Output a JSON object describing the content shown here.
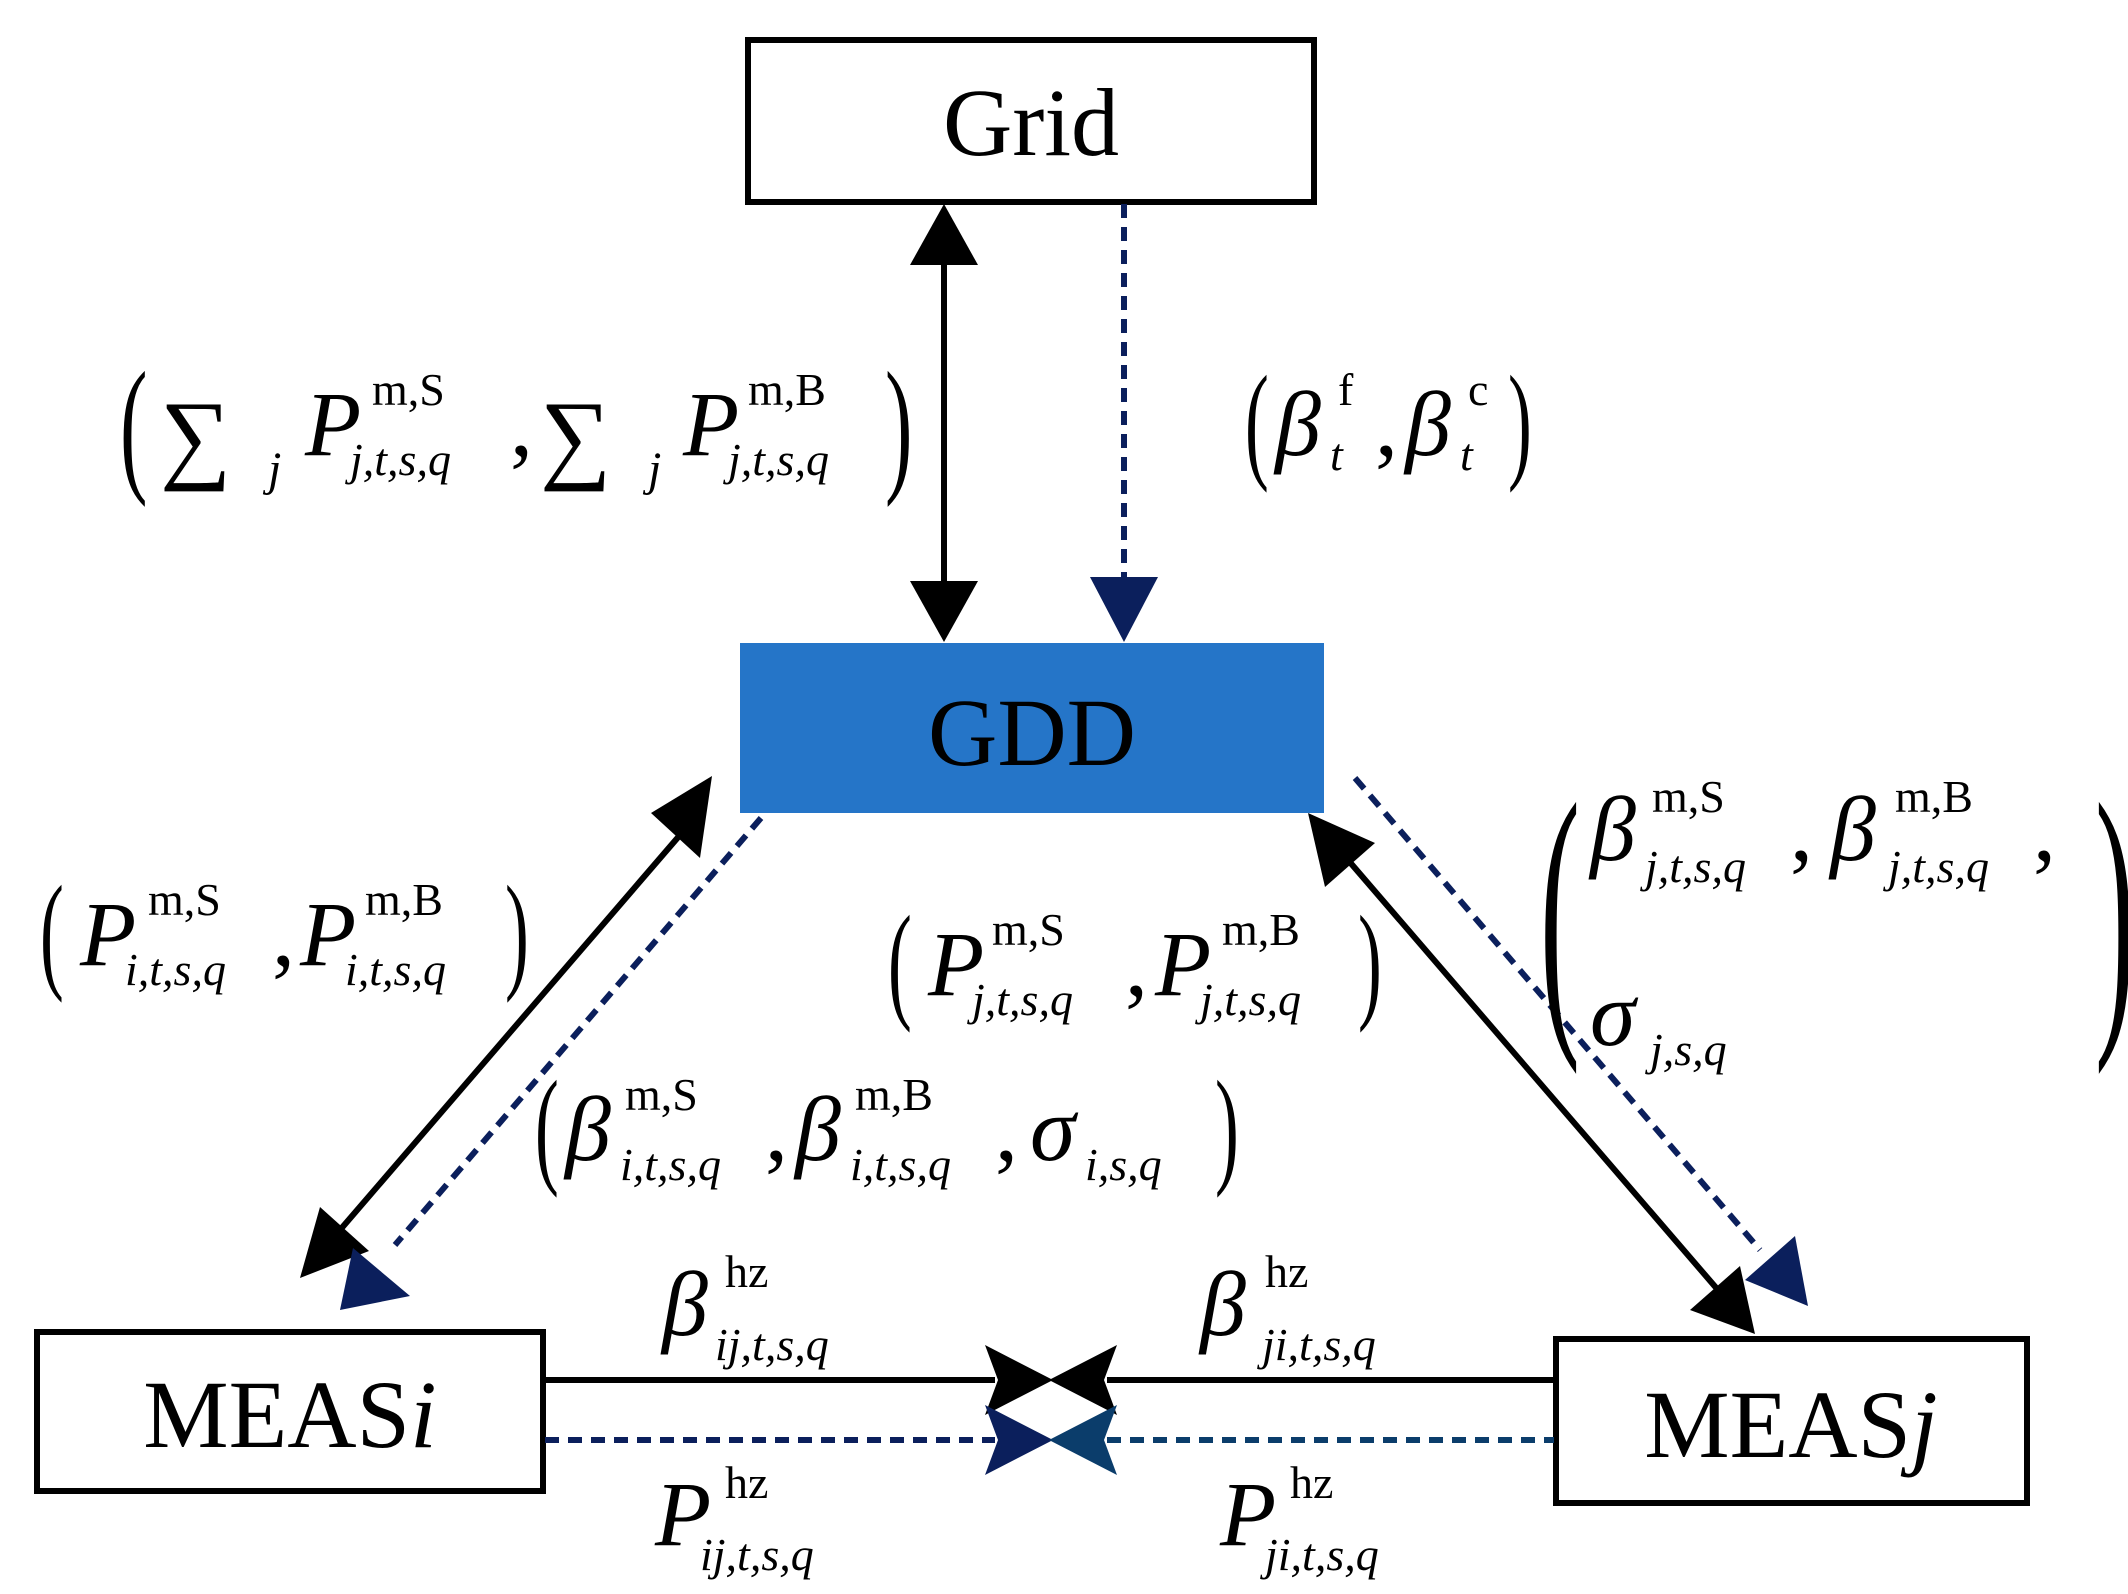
{
  "colors": {
    "solid_arrow": "#000000",
    "dashed_arrow": "#0b1f5c",
    "gdd_fill": "#2575c8",
    "box_stroke": "#000000"
  },
  "nodes": {
    "grid": "Grid",
    "gdd": "GDD",
    "meas_i_prefix": "MEAS",
    "meas_i_index": "i",
    "meas_j_prefix": "MEAS",
    "meas_j_index": "j"
  },
  "labels": {
    "grid_solid": {
      "sum": "∑",
      "sum_sub": "j",
      "p": "P",
      "sup_s": "m,S",
      "sup_b": "m,B",
      "sub": "j,t,s,q",
      "comma": ","
    },
    "grid_dashed": {
      "beta": "β",
      "sup_f": "f",
      "sup_c": "c",
      "sub": "t",
      "comma": ","
    },
    "left_solid": {
      "p": "P",
      "sup_s": "m,S",
      "sup_b": "m,B",
      "sub": "i,t,s,q",
      "comma": ","
    },
    "left_dashed": {
      "beta": "β",
      "sup_s": "m,S",
      "sup_b": "m,B",
      "sub": "i,t,s,q",
      "sigma": "σ",
      "sigma_sub": "i,s,q",
      "comma": ","
    },
    "right_solid": {
      "p": "P",
      "sup_s": "m,S",
      "sup_b": "m,B",
      "sub": "j,t,s,q",
      "comma": ","
    },
    "right_dashed": {
      "beta": "β",
      "sup_s": "m,S",
      "sup_b": "m,B",
      "sub": "j,t,s,q",
      "sigma": "σ",
      "sigma_sub": "j,s,q",
      "comma": ","
    },
    "beta_ij": {
      "sym": "β",
      "sup": "hz",
      "sub": "ij,t,s,q"
    },
    "beta_ji": {
      "sym": "β",
      "sup": "hz",
      "sub": "ji,t,s,q"
    },
    "p_ij": {
      "sym": "P",
      "sup": "hz",
      "sub": "ij,t,s,q"
    },
    "p_ji": {
      "sym": "P",
      "sup": "hz",
      "sub": "ji,t,s,q"
    }
  }
}
